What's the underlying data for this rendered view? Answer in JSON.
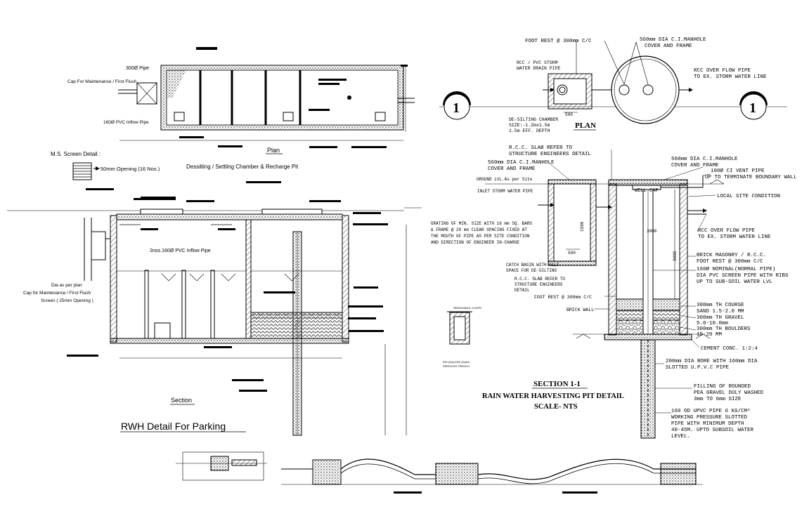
{
  "left": {
    "plan_labels": {
      "pipe_300": "300Ø Pipe",
      "cap": "Cap For Maintenance / First Flush",
      "inflow": "160Ø PVC Inflow Pipe",
      "plan": "Plan",
      "ms_screen": "M.S. Screen Detail :",
      "opening": "50mm Opening (16 Nos.)",
      "chamber_title": "Dessilting / Settling Chamber & Recharge Pit"
    },
    "section_labels": {
      "pvc_pipe": "2nos.160Ø PVC Inflow  Pipe",
      "dia_plan": "Dia as per plan",
      "cap_flush": "Cap for Maintenance / First Flush",
      "screen": "Screen ( 25mm Opening )",
      "section": "Section"
    },
    "rwh_title": "RWH Detail For Parking"
  },
  "right": {
    "plan_labels": {
      "foot_rest": "FOOT REST @ 300mm C/C",
      "manhole": "560mm DIA C.I.MANHOLE",
      "manhole2": "COVER AND FRAME",
      "storm_pipe": "RCC / PVC STORM",
      "storm_pipe2": "WATER DRAIN PIPE",
      "overflow": "RCC OVER FLOW PIPE",
      "overflow2": "TO EX. STORM WATER LINE",
      "desilting": "DE-SILTING CHAMBER",
      "size": "SIZE:-1.2mx1.5m",
      "depth": "1.5m EFF. DEPTH",
      "dim500": "500",
      "plan": "PLAN",
      "marker_left": "1",
      "marker_right": "1"
    },
    "section_left_labels": [
      "R.C.C. SLAB REFER TO",
      "STRUCTURE ENGINEERS DETAIL",
      "560mm DIA C.I.MANHOLE",
      "COVER AND FRAME",
      "GROUND LVL.As per Site",
      "INLET STORM WATER PIPE",
      "GRATING OF MIN. SIZE WITH 16 mm SQ. BARS",
      "& FRAME @ 20 mm CLEAR SPACING FIXED AT",
      "THE MOUTH OF PIPE AS PER SITE CONDITION",
      "AND DIRECTION OF ENGINEER IN-CHARGE",
      "CATCH BASIN WITH SILT",
      "SPACE FOR DE-SILTING",
      "R.C.C. SLAB REFER TO",
      "STRUCTURE ENGINEERS",
      "DETAIL",
      "FOOT REST @ 300mm C/C",
      "BRICK WALL"
    ],
    "section_right_labels": [
      "560mm DIA C.I.MANHOLE",
      "COVER AND FRAME",
      "100Ø CI VENT PIPE",
      "UP TO TERMINATE BOUNDARY WALL",
      "LOCAL SITE CONDITION",
      "RCC OVER FLOW PIPE",
      "TO EX. STORM WATER LINE",
      "BRICK MASONRY / R.C.C.",
      "FOOT REST @ 300mm C/C",
      "160Ø NOMINAL(NORMAL PIPE)",
      "DIA PVC SCREEN PIPE WITH RIBS",
      "UP TO SUB-SOIL WATER LVL",
      "300mm TH COURSE",
      "SAND 1.5-2.0 MM",
      "300mm TH GRAVEL",
      "5.0-10.0mm",
      "300mm TH BOULDERS",
      "15-20 MM",
      "CEMENT CONC. 1:2:4",
      "200mm DIA BORE WITH 160mm DIA",
      "SLOTTED U.P.V.C PIPE",
      "FILLING OF ROUNDED",
      "PEA GRAVEL DULY WASHED",
      "3mm TO 6mm SIZE",
      "160 OD UPVC PIPE 6 KG/CM²",
      "WORKING PRESSURE SLOTTED",
      "PIPE WITH MINIMUM DEPTH",
      "40-45M. UPTO SUBSOIL WATER",
      "LEVEL."
    ],
    "well_cap": "WELL CAP",
    "dim_3000": "3000",
    "dim_1500": "1500",
    "dim_500": "500",
    "section_title": "SECTION 1-1",
    "pit_title": "RAIN WATER HARVESTING PIT DETAIL",
    "scale": "SCALE- NTS",
    "trench_labels": [
      "REMOVABLE COVER",
      "300 (W)x1000 (D)mm",
      "SERVICES TRENCH"
    ]
  }
}
